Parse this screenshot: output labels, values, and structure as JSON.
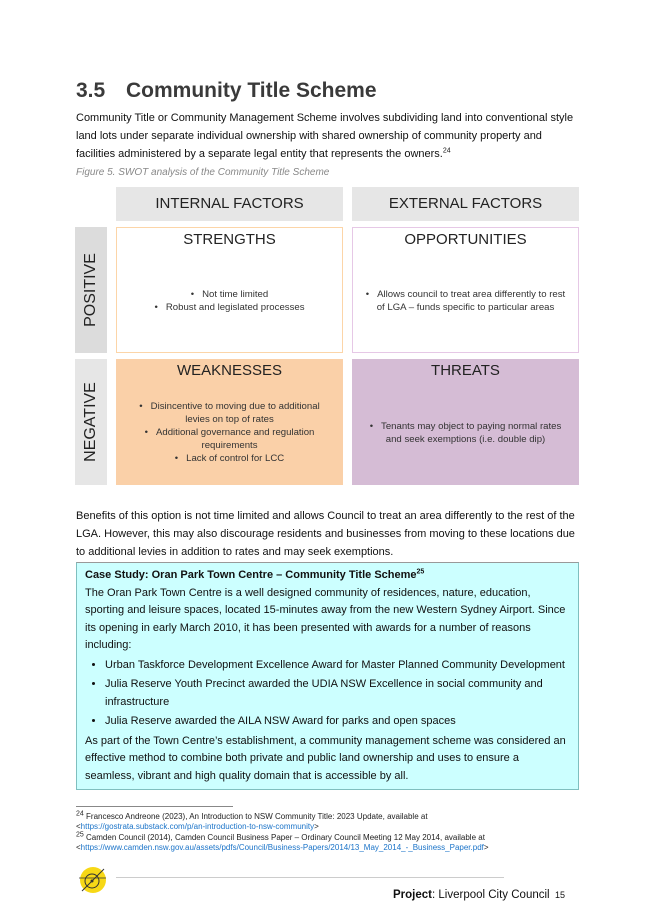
{
  "heading": {
    "number": "3.5",
    "title": "Community Title Scheme"
  },
  "intro": "Community Title or Community Management Scheme involves subdividing land into conventional style land lots under separate individual ownership with shared ownership of community property and facilities administered by a separate legal entity that represents the owners.",
  "intro_ref": "24",
  "figure_caption": "Figure 5. SWOT analysis of the Community Title Scheme",
  "swot": {
    "internal": "INTERNAL FACTORS",
    "external": "EXTERNAL FACTORS",
    "positive": "POSITIVE",
    "negative": "NEGATIVE",
    "strengths": {
      "title": "STRENGTHS",
      "items": [
        "Not time limited",
        "Robust and legislated processes"
      ]
    },
    "opportunities": {
      "title": "OPPORTUNITIES",
      "items": [
        "Allows council to treat area differently to rest of LGA – funds specific to particular areas"
      ]
    },
    "weaknesses": {
      "title": "WEAKNESSES",
      "items": [
        "Disincentive to moving due to additional levies on top of rates",
        "Additional governance and regulation requirements",
        "Lack of control for LCC"
      ]
    },
    "threats": {
      "title": "THREATS",
      "items": [
        "Tenants may object to paying normal rates and seek exemptions (i.e. double dip)"
      ]
    },
    "colors": {
      "strengths_border": "#fcd5a8",
      "opportunities_border": "#e6c8e6",
      "weaknesses_fill": "#fad0a8",
      "threats_fill": "#d5bcd5"
    }
  },
  "benefits": "Benefits of this option is not time limited and allows Council to treat an area differently to the rest of the LGA. However, this may also discourage residents and businesses from moving to these locations due to additional levies in addition to rates and may seek exemptions.",
  "case_study": {
    "title": "Case Study: Oran Park Town Centre – Community Title Scheme",
    "ref": "25",
    "intro": "The Oran Park Town Centre is a well designed community of residences, nature, education, sporting and leisure spaces, located 15-minutes away from the new Western Sydney Airport. Since its opening in early March 2010, it has been presented with awards for a number of reasons including:",
    "items": [
      "Urban Taskforce Development Excellence Award for Master Planned Community Development",
      "Julia Reserve Youth Precinct awarded the UDIA NSW Excellence in social community and infrastructure",
      "Julia Reserve awarded the AILA NSW Award for parks and open spaces"
    ],
    "outro": "As part of the Town Centre’s establishment, a community management scheme was considered an effective method to combine both private and public land ownership and uses to ensure a seamless, vibrant and high quality domain that is accessible by all."
  },
  "footnotes": [
    {
      "num": "24",
      "text": "Francesco Andreone (2023), An Introduction to NSW Community Title: 2023 Update, available at",
      "link": "https://gostrata.substack.com/p/an-introduction-to-nsw-community"
    },
    {
      "num": "25",
      "text": "Camden Council (2014), Camden Council Business Paper – Ordinary Council Meeting 12 May 2014, available at",
      "link": "https://www.camden.nsw.gov.au/assets/pdfs/Council/Business-Papers/2014/13_May_2014_-_Business_Paper.pdf"
    }
  ],
  "footer": {
    "project_label": "Project",
    "project_name": ": Liverpool City Council",
    "page": "15"
  }
}
